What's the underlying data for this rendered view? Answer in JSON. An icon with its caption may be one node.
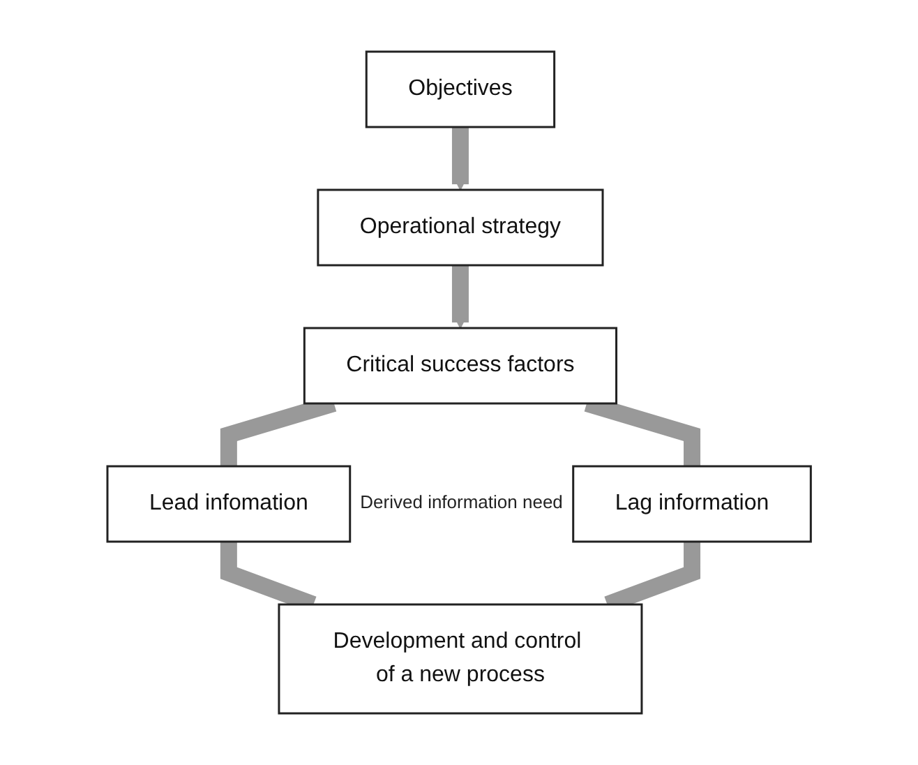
{
  "diagram": {
    "nodes": [
      {
        "text": [
          "Objectives"
        ]
      },
      {
        "text": [
          "Operational strategy"
        ]
      },
      {
        "text": [
          "Critical success factors"
        ]
      },
      {
        "text": [
          "Lead infomation"
        ]
      },
      {
        "text": [
          "Lag information"
        ]
      },
      {
        "text": [
          "Development and control of a new process"
        ]
      }
    ],
    "edges": [
      {
        "from": 0,
        "to": 1,
        "arrow": "to"
      },
      {
        "from": 1,
        "to": 2,
        "arrow": "to"
      },
      {
        "from": 2,
        "to": 3,
        "arrow": "none"
      },
      {
        "from": 2,
        "to": 4,
        "arrow": "none"
      },
      {
        "from": 3,
        "to": 5,
        "arrow": "none"
      },
      {
        "from": 4,
        "to": 5,
        "arrow": "none"
      }
    ],
    "labels": [
      "Derived information need"
    ]
  }
}
